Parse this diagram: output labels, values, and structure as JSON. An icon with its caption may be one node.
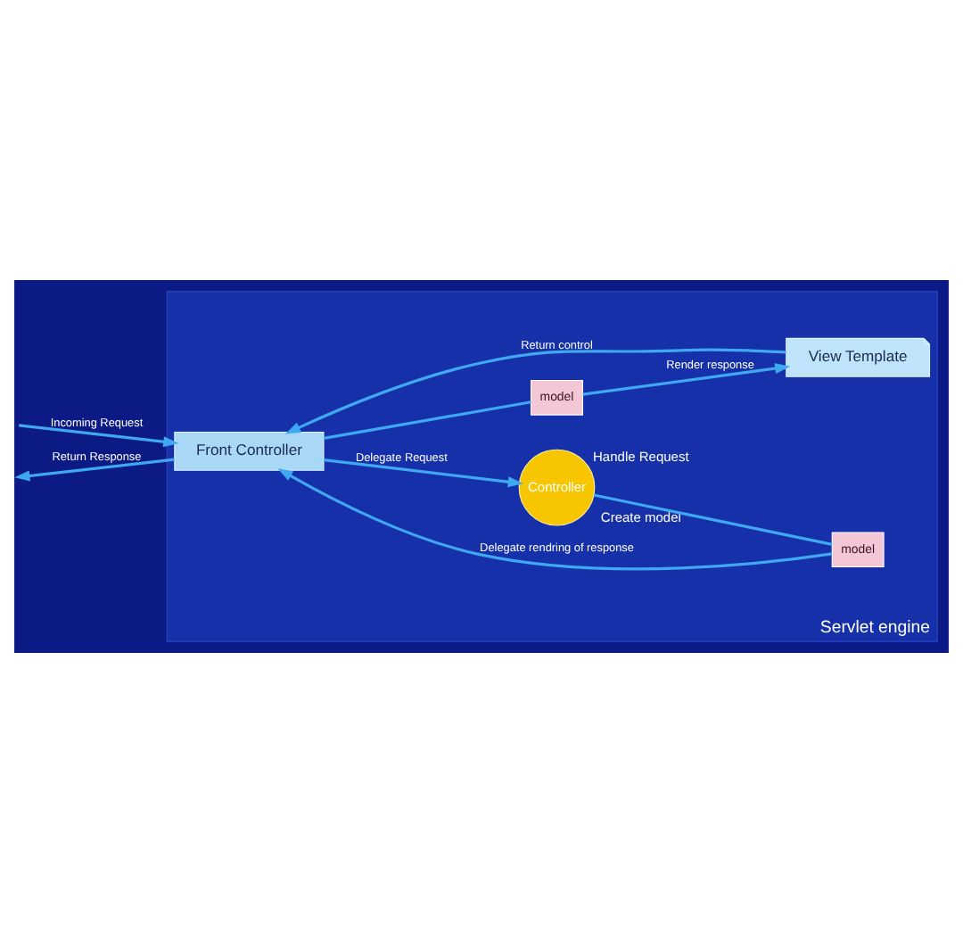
{
  "diagram": {
    "nodes": [
      {
        "text": [
          "Servlet engine"
        ]
      },
      {
        "text": [
          "Front Controller"
        ],
        "in": 0
      },
      {
        "text": [
          "Controller"
        ],
        "in": 0,
        "beside": [
          "Handle Request",
          "Create model"
        ]
      },
      {
        "text": [
          "model"
        ],
        "in": 0
      },
      {
        "text": [
          "model"
        ],
        "in": 0
      },
      {
        "text": [
          "View Template"
        ],
        "in": 0
      }
    ],
    "edges": [
      {
        "from": null,
        "to": 1,
        "arrow": "to",
        "label": "Incoming Request"
      },
      {
        "from": 1,
        "to": null,
        "arrow": "to",
        "label": "Return Response"
      },
      {
        "from": 1,
        "to": 2,
        "arrow": "to",
        "label": "Delegate Request"
      },
      {
        "from": 2,
        "to": 3,
        "arrow": "none"
      },
      {
        "from": 3,
        "to": 1,
        "arrow": "to",
        "label": "Delegate rendring of response"
      },
      {
        "from": 1,
        "to": 4,
        "arrow": "none"
      },
      {
        "from": 4,
        "to": 5,
        "arrow": "to",
        "label": "Render response"
      },
      {
        "from": 5,
        "to": 1,
        "arrow": "to",
        "label": "Return control"
      }
    ]
  }
}
